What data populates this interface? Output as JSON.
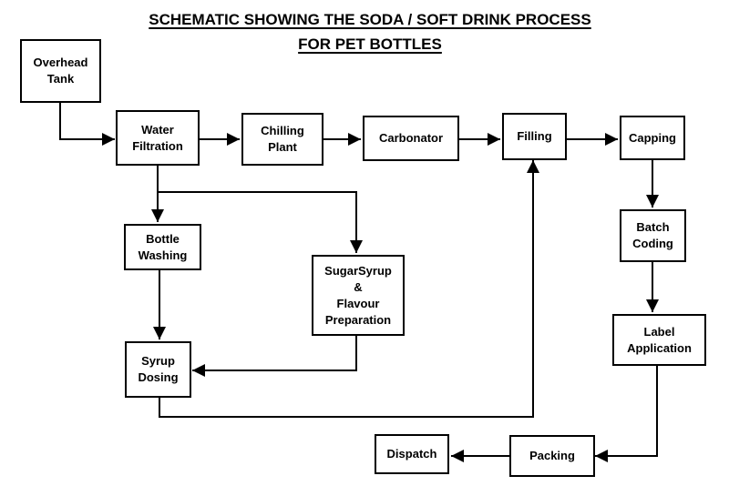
{
  "title": {
    "line1": "SCHEMATIC SHOWING THE SODA / SOFT DRINK PROCESS",
    "line2": "FOR PET BOTTLES"
  },
  "nodes": {
    "overhead_tank": "Overhead\nTank",
    "water_filtration": "Water\nFiltration",
    "chilling_plant": "Chilling\nPlant",
    "carbonator": "Carbonator",
    "filling": "Filling",
    "capping": "Capping",
    "batch_coding": "Batch\nCoding",
    "label_application": "Label\nApplication",
    "packing": "Packing",
    "dispatch": "Dispatch",
    "bottle_washing": "Bottle\nWashing",
    "sugar_syrup": "SugarSyrup\n&\nFlavour\nPreparation",
    "syrup_dosing": "Syrup\nDosing"
  },
  "edges": [
    [
      "overhead_tank",
      "water_filtration"
    ],
    [
      "water_filtration",
      "chilling_plant"
    ],
    [
      "chilling_plant",
      "carbonator"
    ],
    [
      "carbonator",
      "filling"
    ],
    [
      "filling",
      "capping"
    ],
    [
      "capping",
      "batch_coding"
    ],
    [
      "batch_coding",
      "label_application"
    ],
    [
      "label_application",
      "packing"
    ],
    [
      "packing",
      "dispatch"
    ],
    [
      "water_filtration",
      "bottle_washing"
    ],
    [
      "water_filtration",
      "sugar_syrup"
    ],
    [
      "bottle_washing",
      "syrup_dosing"
    ],
    [
      "sugar_syrup",
      "syrup_dosing"
    ],
    [
      "syrup_dosing",
      "filling"
    ]
  ],
  "colors": {
    "line": "#000000",
    "background": "#ffffff"
  }
}
